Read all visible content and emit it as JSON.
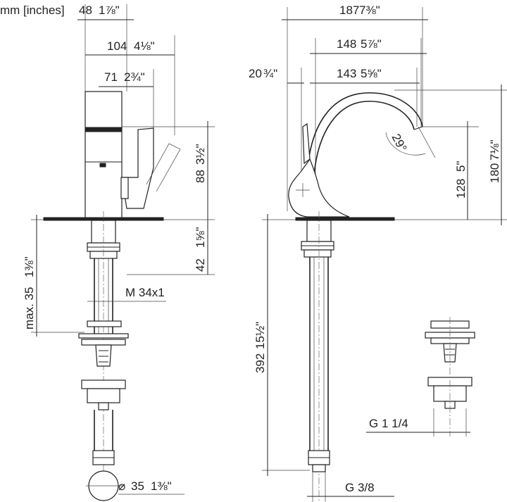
{
  "units_label": "mm [inches]",
  "left_view": {
    "dim_48": "48",
    "dim_48_in": "1⅞\"",
    "dim_104": "104",
    "dim_104_in": "4⅛\"",
    "dim_71": "71",
    "dim_71_in": "2¾\"",
    "dim_88": "88",
    "dim_88_in": "3½\"",
    "dim_42": "42",
    "dim_42_in": "1⅝\"",
    "dim_max35": "max. 35",
    "dim_max35_in": "1⅜\"",
    "thread": "M 34x1",
    "dim_dia35": "35",
    "dim_dia35_in": "1⅜\"",
    "dia_symbol": "⌀"
  },
  "right_view": {
    "dim_187": "187",
    "dim_187_in": "7⅜\"",
    "dim_148": "148",
    "dim_148_in": "5⅞\"",
    "dim_143": "143",
    "dim_143_in": "5⅝\"",
    "dim_20": "20",
    "dim_20_in": "¾\"",
    "angle": "29°",
    "dim_128": "128",
    "dim_128_in": "5\"",
    "dim_180": "180",
    "dim_180_in": "7⅛\"",
    "dim_392": "392",
    "dim_392_in": "15½\"",
    "thread_g38": "G 3/8",
    "thread_g114": "G 1 1/4"
  }
}
